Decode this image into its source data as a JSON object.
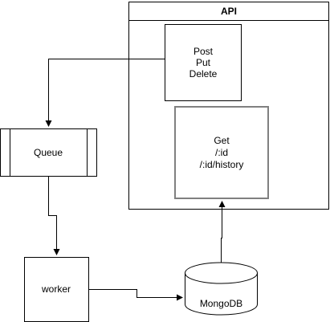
{
  "diagram": {
    "api": {
      "title": "API"
    },
    "write_ops": {
      "lines": [
        "Post",
        "Put",
        "Delete"
      ]
    },
    "read_ops": {
      "lines": [
        "Get",
        "/:id",
        "/:id/history"
      ]
    },
    "queue": {
      "label": "Queue"
    },
    "worker": {
      "label": "worker"
    },
    "database": {
      "label": "MongoDB"
    },
    "colors": {
      "stroke": "#000000",
      "read_box_stroke": "#808080",
      "background": "#ffffff"
    }
  }
}
